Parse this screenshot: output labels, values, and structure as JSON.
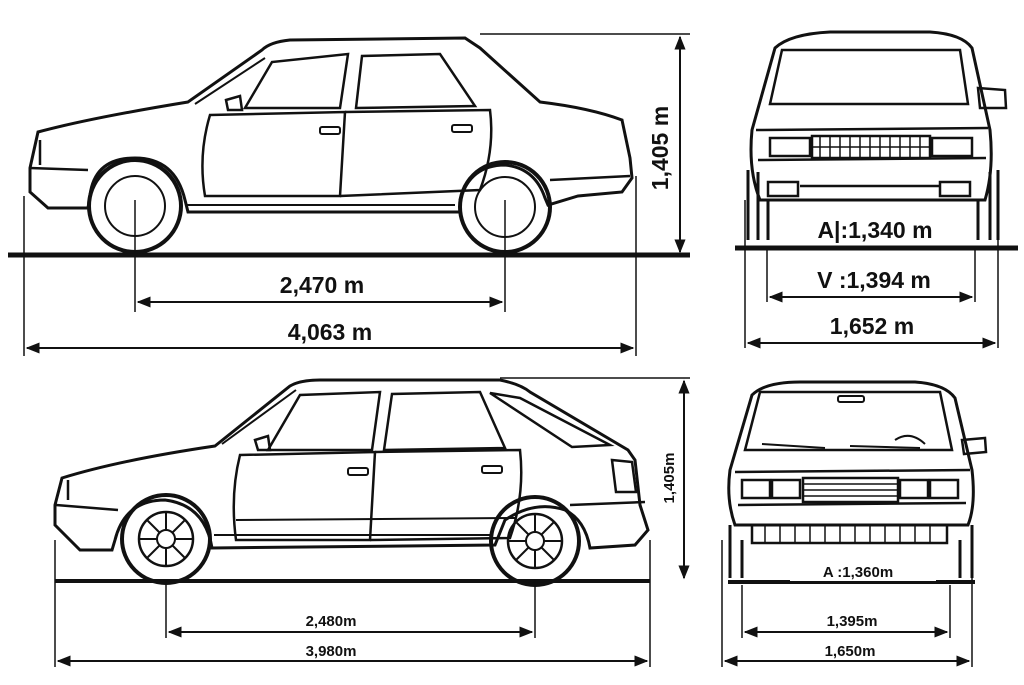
{
  "diagram": {
    "sedan": {
      "side": {
        "wheelbase": "2,470 m",
        "length": "4,063 m",
        "height": "1,405 m"
      },
      "front": {
        "track_front": "A|:1,340 m",
        "track_rear": "V :1,394 m",
        "width": "1,652 m"
      }
    },
    "hatchback": {
      "side": {
        "wheelbase": "2,480m",
        "length": "3,980m",
        "height": "1,405m"
      },
      "front": {
        "track_front": "A :1,360m",
        "track_rear": "1,395m",
        "width": "1,650m"
      }
    }
  }
}
